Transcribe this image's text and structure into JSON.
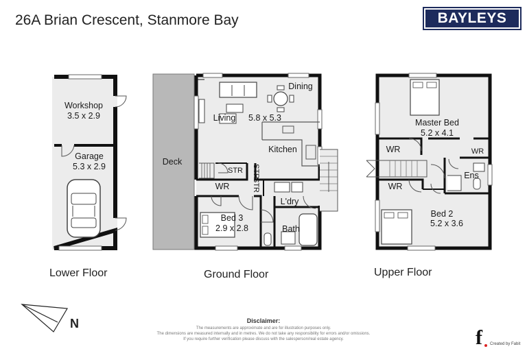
{
  "header": {
    "title": "26A Brian Crescent, Stanmore Bay",
    "logo_text": "BAYLEYS",
    "logo_color": "#1d2b5c"
  },
  "lower_floor": {
    "label": "Lower Floor",
    "rooms": {
      "workshop": {
        "name": "Workshop",
        "dims": "3.5 x 2.9"
      },
      "garage": {
        "name": "Garage",
        "dims": "5.3 x 2.9"
      }
    }
  },
  "ground_floor": {
    "label": "Ground Floor",
    "rooms": {
      "deck": {
        "name": "Deck"
      },
      "dining": {
        "name": "Dining"
      },
      "living": {
        "name": "Living",
        "dims": "5.8 x 5.3"
      },
      "kitchen": {
        "name": "Kitchen"
      },
      "str1": {
        "name": "STR"
      },
      "str2": {
        "name": "STR"
      },
      "str3": {
        "name": "STR"
      },
      "wr": {
        "name": "WR"
      },
      "laundry": {
        "name": "L'dry"
      },
      "bed3": {
        "name": "Bed 3",
        "dims": "2.9 x 2.8"
      },
      "bath": {
        "name": "Bath"
      }
    }
  },
  "upper_floor": {
    "label": "Upper Floor",
    "rooms": {
      "master": {
        "name": "Master Bed",
        "dims": "5.2 x 4.1"
      },
      "wr1": {
        "name": "WR"
      },
      "wr2": {
        "name": "WR"
      },
      "wr3": {
        "name": "WR"
      },
      "ens": {
        "name": "Ens"
      },
      "bed2": {
        "name": "Bed 2",
        "dims": "5.2 x 3.6"
      }
    }
  },
  "compass": {
    "letter": "N"
  },
  "disclaimer": {
    "title": "Disclaimer:",
    "line1": "The measurements are approximate and are for illustration purposes only.",
    "line2": "The dimensions are measured internally and in metres. We do not take any responsibility for errors and/or omissions.",
    "line3": "If you require further verification please discuss with the salesperson/real estate agency."
  },
  "credit": {
    "text": "Created by Fabit",
    "mark": "f"
  }
}
